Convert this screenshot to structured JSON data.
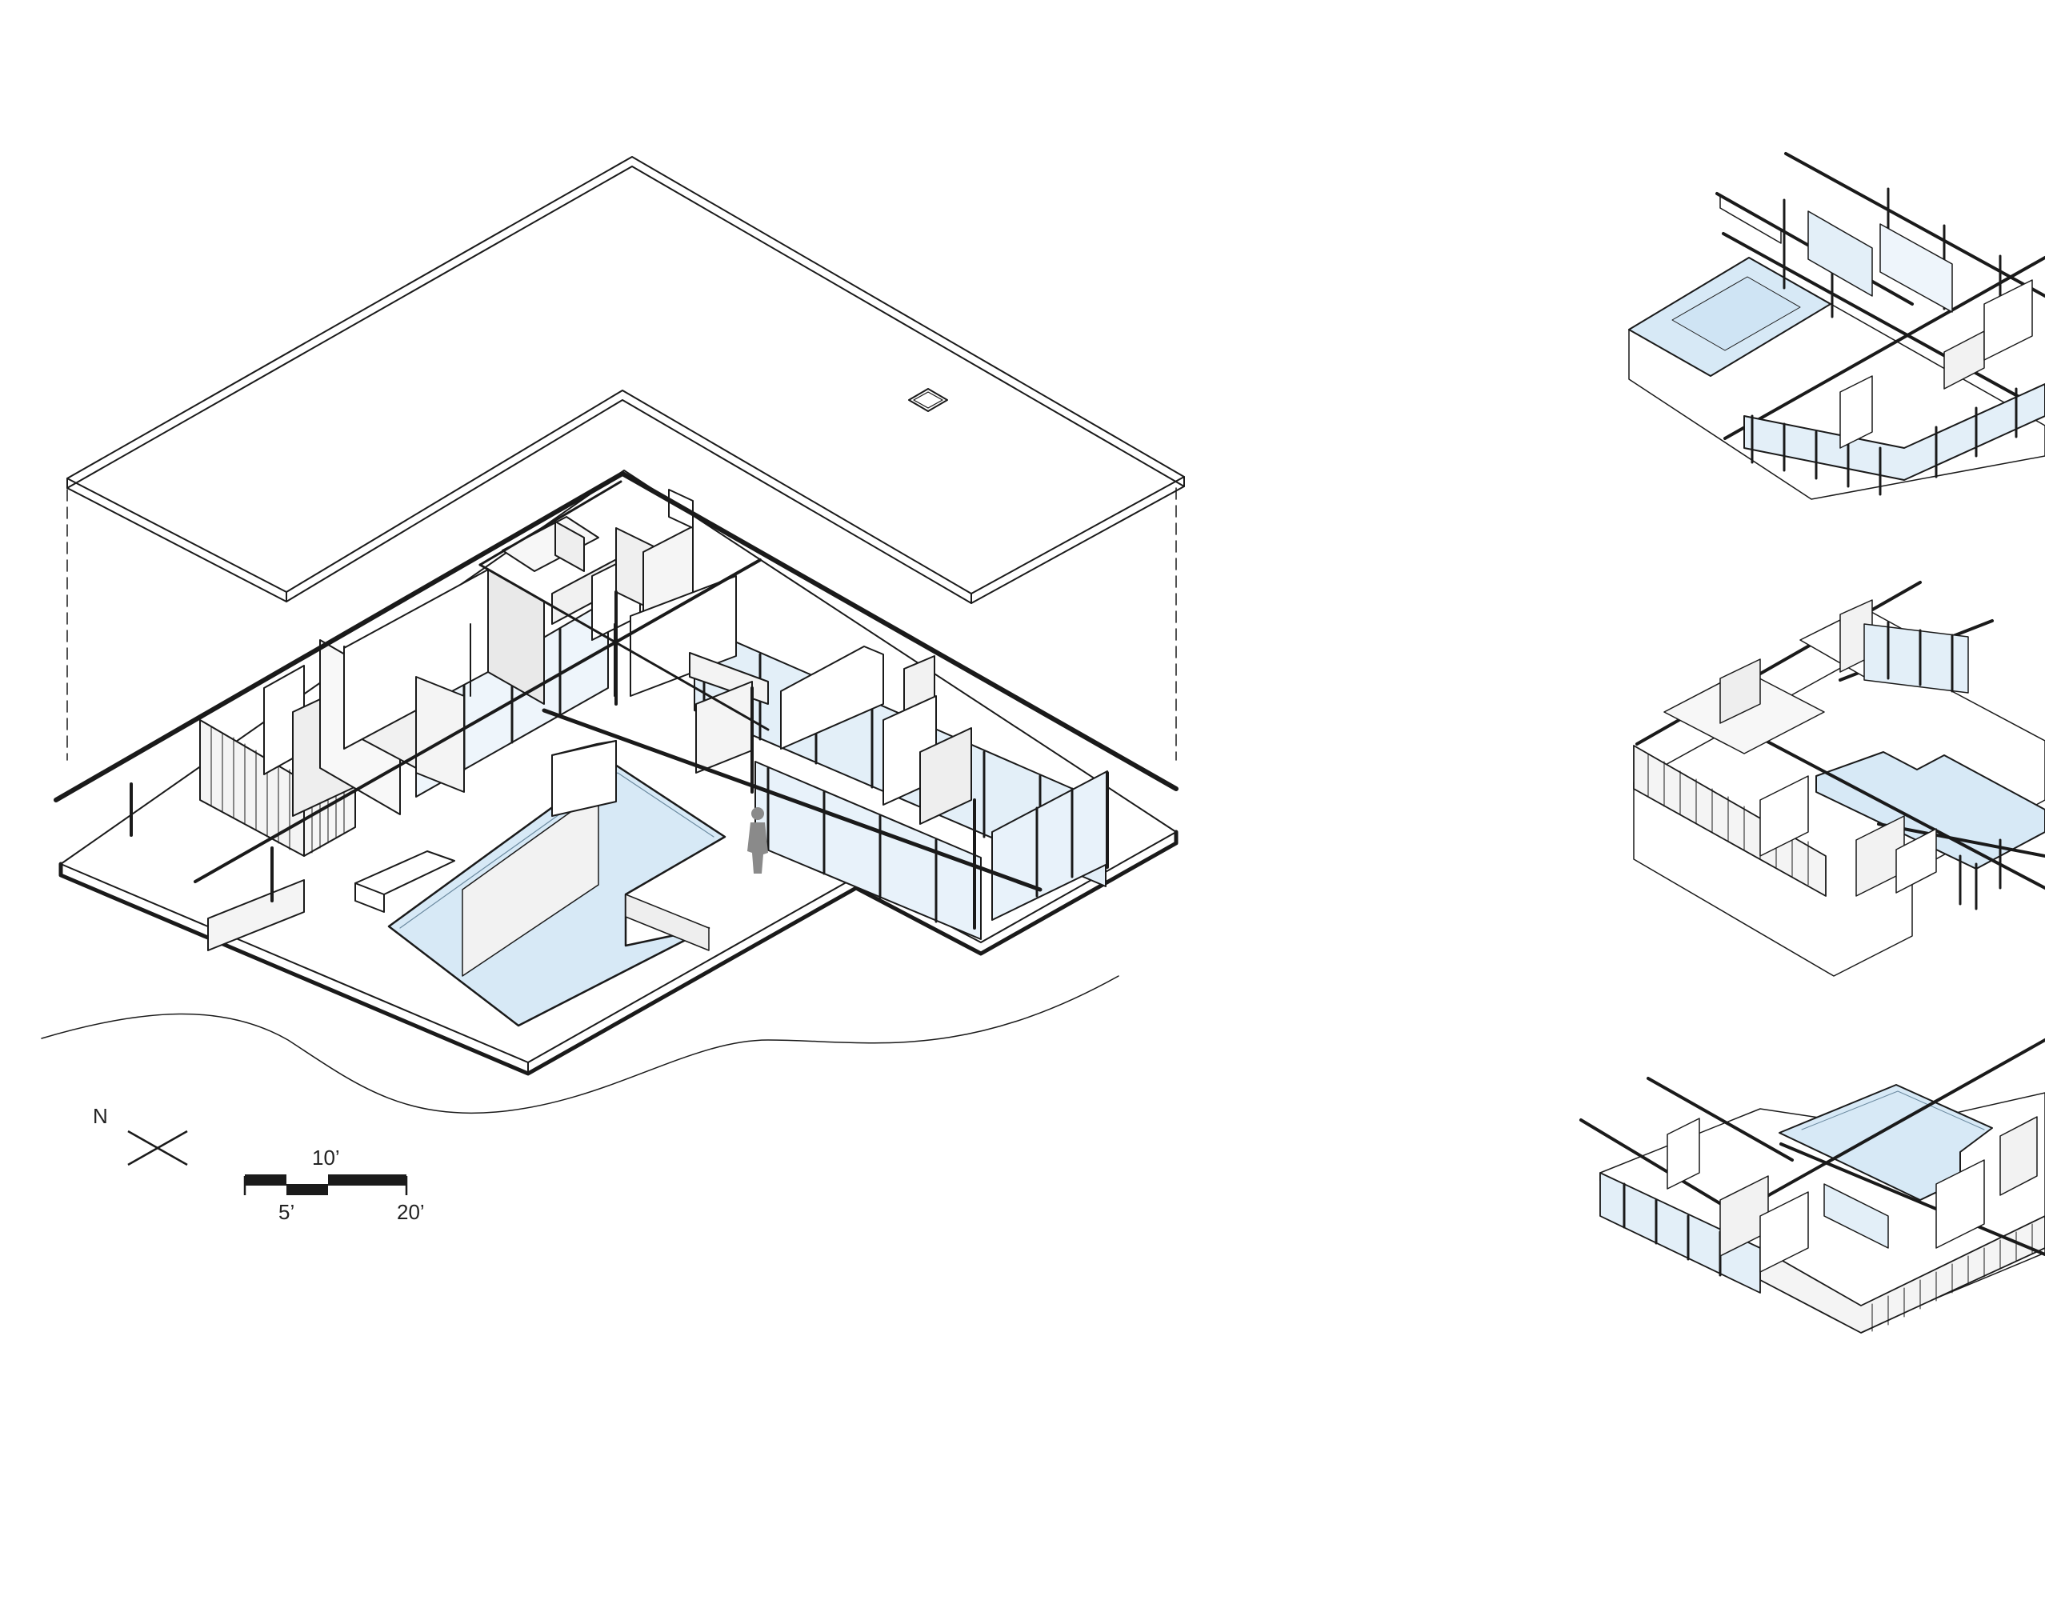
{
  "colors": {
    "background": "#ffffff",
    "line": "#1a1a1a",
    "light_line": "#7a7a7a",
    "water": "#d7e9f6",
    "glass": "#e3eff8",
    "wall_shade": "#eeeeee",
    "figure": "#8a8a8a"
  },
  "north_arrow": {
    "label": "N"
  },
  "scale_bar": {
    "label_10": "10’",
    "label_5": "5’",
    "label_20": "20’"
  },
  "main_axonometric": {
    "elements": [
      "exploded-roof",
      "skylight",
      "ground-slab",
      "pool",
      "glass-curtain-wall",
      "interior-walls",
      "steel-frame",
      "human-figure",
      "landscape-contour"
    ]
  },
  "thumbnails": {
    "items": [
      {
        "view": "axonometric-view-1"
      },
      {
        "view": "axonometric-view-2"
      },
      {
        "view": "axonometric-view-3"
      }
    ]
  }
}
